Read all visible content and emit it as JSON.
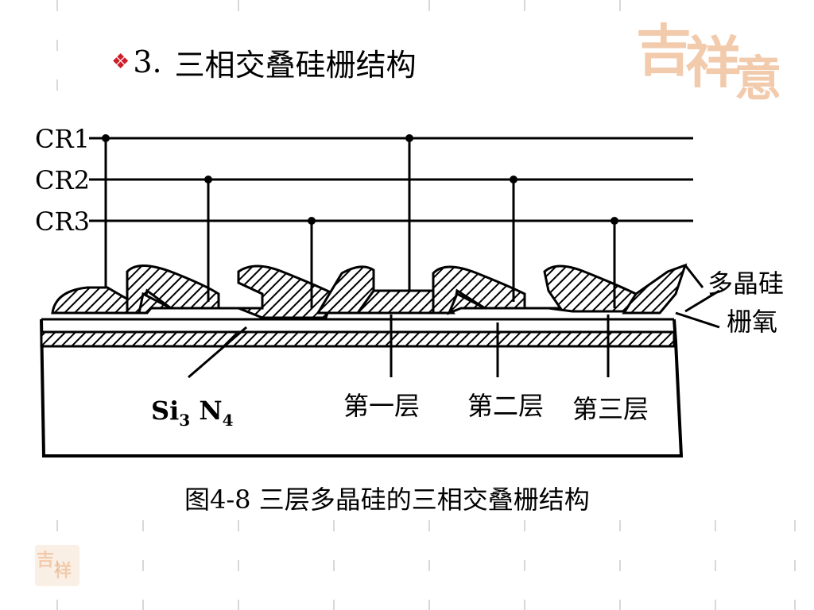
{
  "slide": {
    "bullet": "❖",
    "title_number": "3.",
    "title": "三相交叠硅栅结构"
  },
  "diagram": {
    "bus_lines": [
      "CR1",
      "CR2",
      "CR3"
    ],
    "material_labels": {
      "si3n4_base": "Si",
      "si3n4_sub1": "3",
      "si3n4_mid": " N",
      "si3n4_sub2": "4",
      "poly_line1": "多晶硅",
      "poly_line2": "栅氧"
    },
    "layer_labels": [
      "第一层",
      "第二层",
      "第三层"
    ]
  },
  "caption": "图4-8 三层多晶硅的三相交叠栅结构",
  "decoration": {
    "logo_chars": [
      "吉",
      "祥",
      "意"
    ],
    "logo_color": "#e8a06a",
    "bullet_color": "#cc1f2a"
  }
}
